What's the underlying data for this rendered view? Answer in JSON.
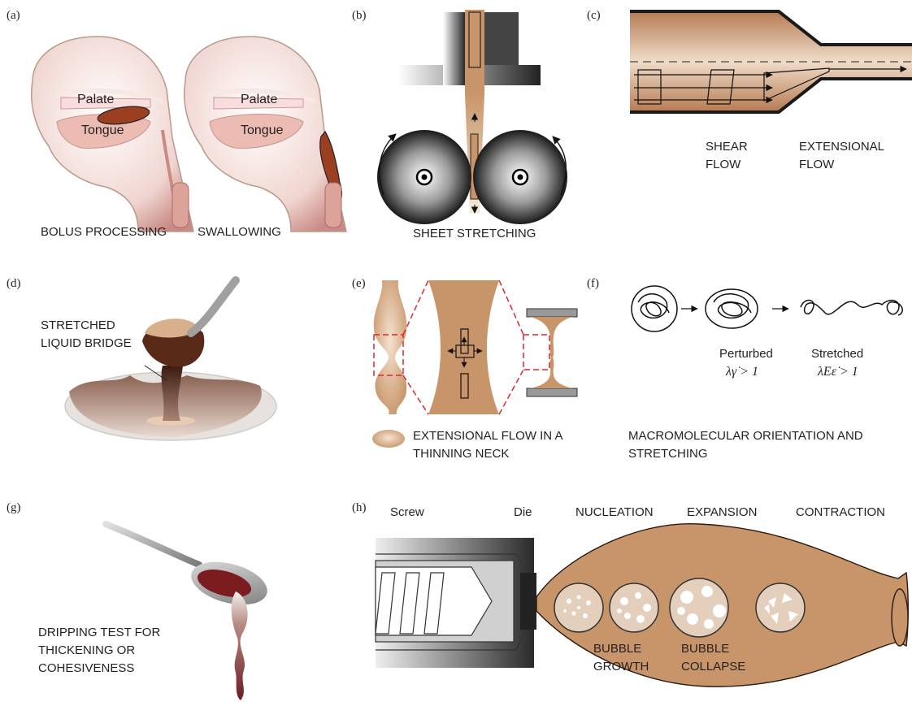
{
  "panels": {
    "a": {
      "label": "(a)",
      "palate_left": "Palate",
      "tongue_left": "Tongue",
      "palate_right": "Palate",
      "tongue_right": "Tongue",
      "caption_left": "BOLUS PROCESSING",
      "caption_right": "SWALLOWING"
    },
    "b": {
      "label": "(b)",
      "caption": "SHEET STRETCHING"
    },
    "c": {
      "label": "(c)",
      "shear": "SHEAR\nFLOW",
      "extensional": "EXTENSIONAL\nFLOW"
    },
    "d": {
      "label": "(d)",
      "caption": "STRETCHED\nLIQUID BRIDGE"
    },
    "e": {
      "label": "(e)",
      "caption": "EXTENSIONAL FLOW IN A\nTHINNING NECK"
    },
    "f": {
      "label": "(f)",
      "perturbed": "Perturbed",
      "perturbed_eq": "λγ̇ > 1",
      "stretched": "Stretched",
      "stretched_eq": "λEε̇ > 1",
      "caption": "MACROMOLECULAR ORIENTATION AND\nSTRETCHING"
    },
    "g": {
      "label": "(g)",
      "caption": "DRIPPING TEST FOR\nTHICKENING OR\nCOHESIVENESS"
    },
    "h": {
      "label": "(h)",
      "screw": "Screw",
      "die": "Die",
      "nucleation": "NUCLEATION",
      "expansion": "EXPANSION",
      "contraction": "CONTRACTION",
      "growth": "BUBBLE\nGROWTH",
      "collapse": "BUBBLE\nCOLLAPSE"
    }
  },
  "colors": {
    "tan": "#c8956a",
    "tan_light": "#e6c2a0",
    "brown_dark": "#4a2418",
    "pink": "#e8b8b0",
    "flesh": "#f3d6cf",
    "red_dash": "#e0262b",
    "grey_dark": "#333333"
  }
}
